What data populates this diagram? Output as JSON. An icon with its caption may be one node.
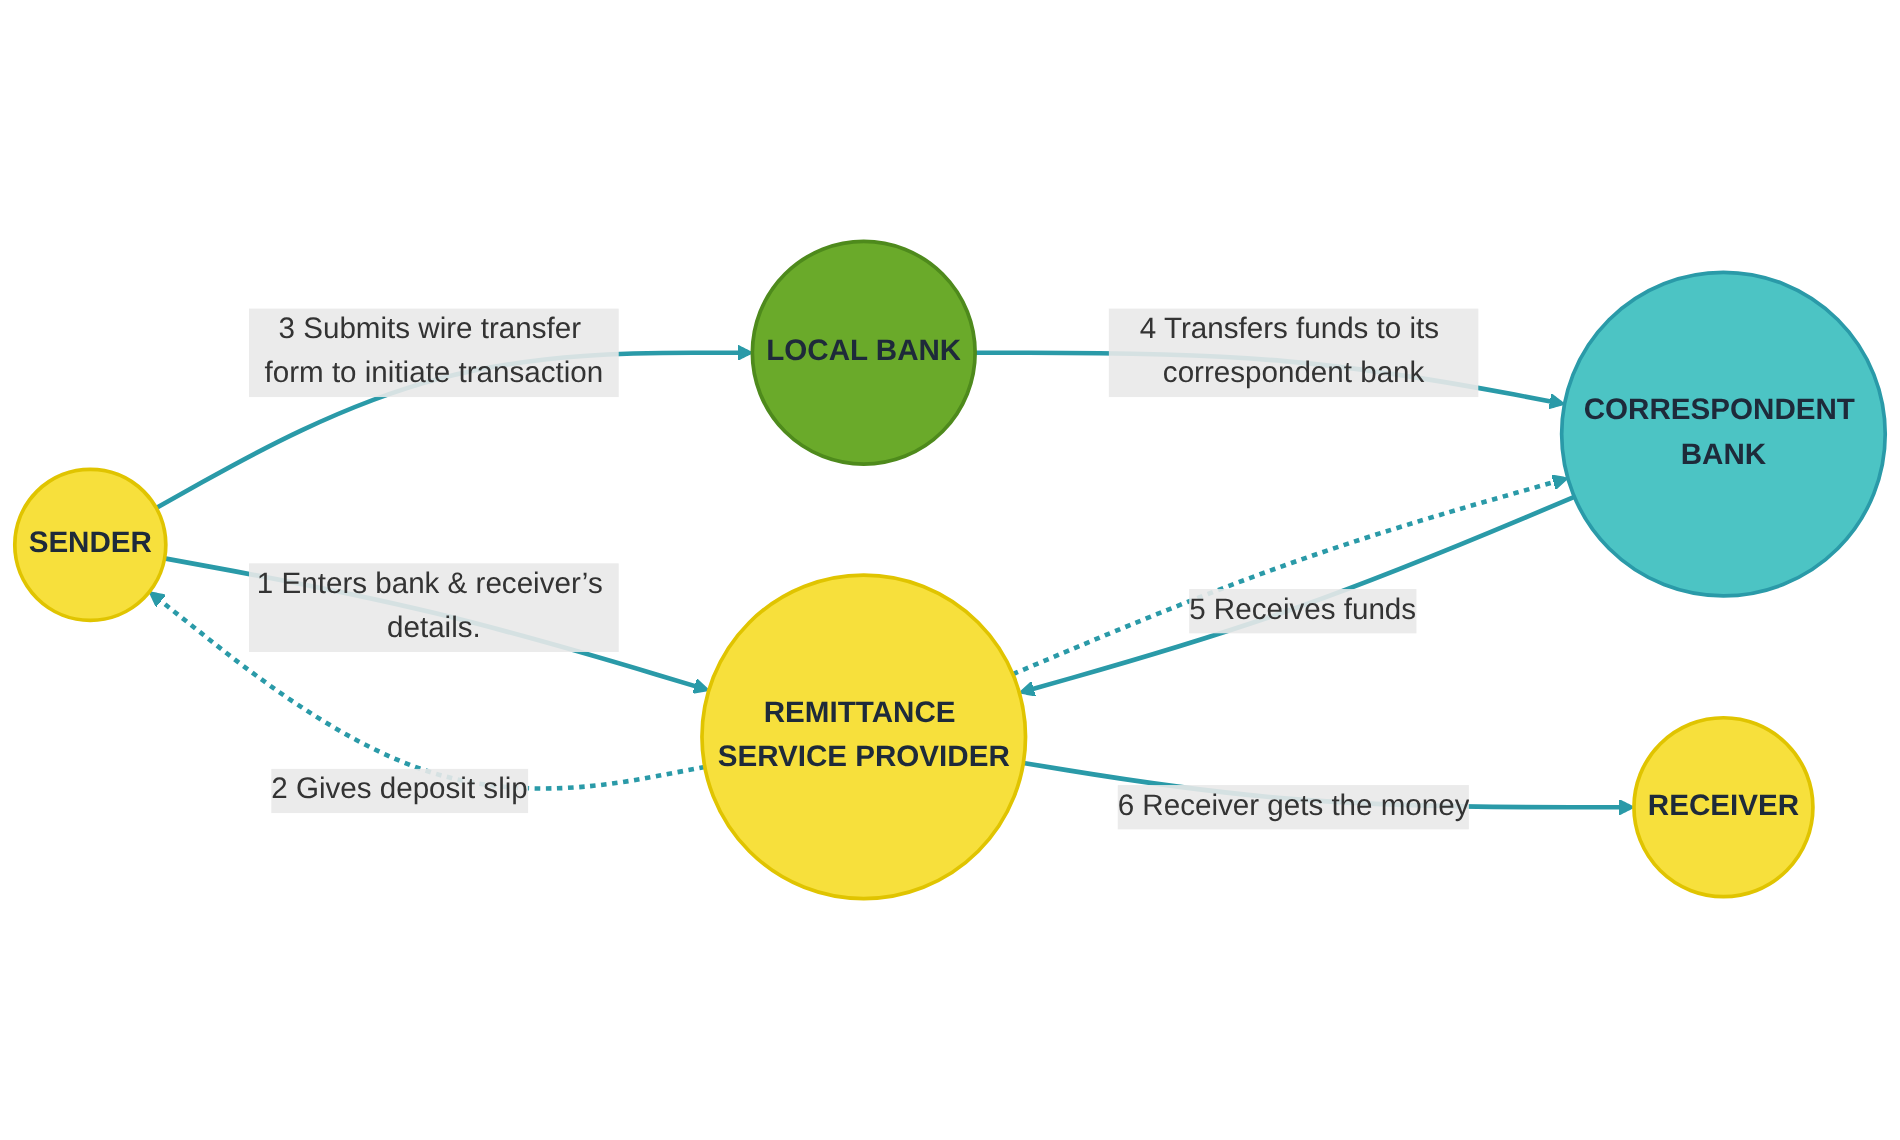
{
  "diagram": {
    "nodes": [
      {
        "text": [
          "SENDER"
        ]
      },
      {
        "text": [
          "REMITTANCE SERVICE PROVIDER"
        ]
      },
      {
        "text": [
          "RECEIVER"
        ]
      },
      {
        "text": [
          "LOCAL BANK"
        ]
      },
      {
        "text": [
          "CORRESPONDENT BANK"
        ]
      }
    ],
    "edges": [
      {
        "from": 0,
        "to": 1,
        "arrow": "to",
        "label": "1 Enters bank & receiver’s details."
      },
      {
        "from": 1,
        "to": 0,
        "arrow": "to",
        "label": "2 Gives deposit slip",
        "style": "dashed"
      },
      {
        "from": 0,
        "to": 3,
        "arrow": "to",
        "label": "3 Submits wire transfer form to initiate transaction"
      },
      {
        "from": 3,
        "to": 4,
        "arrow": "to",
        "label": "4 Transfers funds to its correspondent bank"
      },
      {
        "from": 4,
        "to": 1,
        "arrow": "to",
        "label": "5 Receives funds"
      },
      {
        "from": 1,
        "to": 4,
        "arrow": "to",
        "style": "dashed"
      },
      {
        "from": 1,
        "to": 2,
        "arrow": "to",
        "label": "6 Receiver gets the money"
      }
    ]
  }
}
